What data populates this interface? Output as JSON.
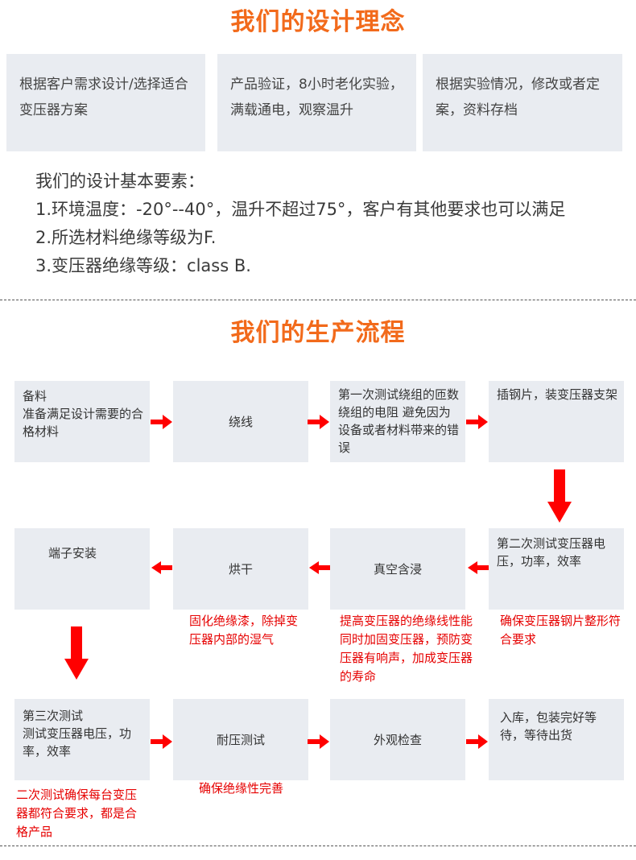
{
  "titles": {
    "design": "我们的设计理念",
    "production": "我们的生产流程"
  },
  "design_boxes": [
    "根据客户需求设计/选择适合变压器方案",
    "产品验证，8小时老化实验，满载通电，观察温升",
    "根据实验情况，修改或者定案，资料存档"
  ],
  "basics": {
    "heading": "我们的设计基本要素：",
    "items": [
      "1.环境温度：-20°--40°，温升不超过75°，客户有其他要求也可以满足",
      "2.所选材料绝缘等级为F.",
      "3.变压器绝缘等级：class B."
    ]
  },
  "steps": [
    "备料\n准备满足设计需要的合格材料",
    "绕线",
    "第一次测试绕组的匝数绕组的电阻 避免因为设备或者材料带来的错误",
    "插钢片，装变压器支架",
    "端子安装",
    "烘干",
    "真空含浸",
    "第二次测试变压器电压，功率，效率",
    "第三次测试\n测试变压器电压，功率，效率",
    "耐压测试",
    "外观检查",
    "入库，包装完好等待，等待出货"
  ],
  "notes": {
    "drying": "固化绝缘漆，除掉变压器内部的湿气",
    "impregnation": "提高变压器的绝缘线性能同时加固变压器，预防变压器有响声，加成变压器的寿命",
    "second_test": "确保变压器钢片整形符合要求",
    "third_test": "二次测试确保每台变压器都符合要求，都是合格产品",
    "withstand": "确保绝缘性完善"
  },
  "colors": {
    "title": "#f26a1b",
    "box_bg": "#e9ecf1",
    "arrow": "#ff0000",
    "note": "#e60000"
  }
}
